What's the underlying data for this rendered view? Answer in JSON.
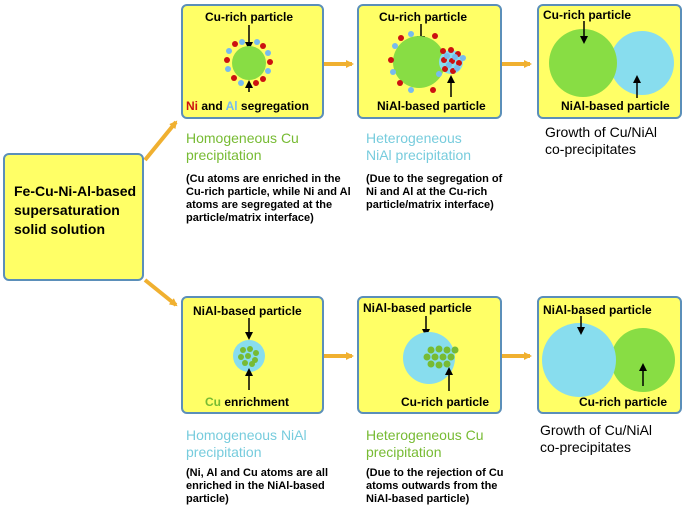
{
  "colors": {
    "box_fill": "#ffff66",
    "box_border": "#5b8fb9",
    "arrow": "#f0b030",
    "cu_green": "#88dd44",
    "nial_cyan": "#88ddee",
    "ni_red": "#cc1111",
    "al_blue": "#77bbee",
    "title_green": "#77bb33",
    "title_cyan": "#77ccdd"
  },
  "start": {
    "label": "Fe-Cu-Ni-Al-based supersaturation solid solution"
  },
  "top_row": {
    "box1": {
      "top_label": "Cu-rich particle",
      "bottom_ni": "Ni",
      "bottom_and": " and ",
      "bottom_al": "Al",
      "bottom_rest": " segregation"
    },
    "box2": {
      "top_label": "Cu-rich particle",
      "bottom_label": "NiAl-based particle"
    },
    "box3": {
      "top_label": "Cu-rich particle",
      "bottom_label": "NiAl-based particle"
    },
    "step1": {
      "title": "Homogeneous Cu precipitation",
      "note": "(Cu atoms are enriched in the Cu-rich particle, while Ni and Al atoms are segregated at the particle/matrix interface)"
    },
    "step2": {
      "title": "Heterogeneous NiAl precipitation",
      "note": "(Due to the segregation of Ni and Al at the Cu-rich particle/matrix interface)"
    },
    "step3": {
      "title": "Growth of Cu/NiAl co-precipitates"
    }
  },
  "bottom_row": {
    "box1": {
      "top_label": "NiAl-based particle",
      "bottom_cu": "Cu",
      "bottom_rest": " enrichment"
    },
    "box2": {
      "top_label": "NiAl-based particle",
      "bottom_label": "Cu-rich particle"
    },
    "box3": {
      "top_label": "NiAl-based particle",
      "bottom_label": "Cu-rich particle"
    },
    "step1": {
      "title": "Homogeneous NiAl precipitation",
      "note": "(Ni, Al and Cu atoms are all enriched in the NiAl-based particle)"
    },
    "step2": {
      "title": "Heterogeneous Cu precipitation",
      "note": "(Due to the rejection of Cu atoms outwards from the NiAl-based particle)"
    },
    "step3": {
      "title": "Growth of Cu/NiAl co-precipitates"
    }
  }
}
